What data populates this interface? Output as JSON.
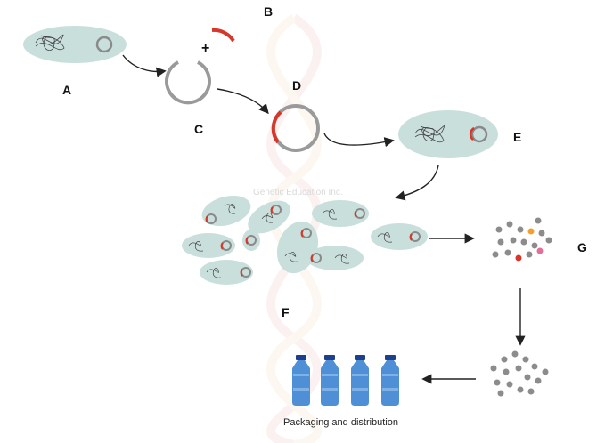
{
  "labels": {
    "a": "A",
    "b": "B",
    "c": "C",
    "d": "D",
    "e": "E",
    "f": "F",
    "g": "G"
  },
  "caption": "Packaging and distribution",
  "watermark": "Genetic Education Inc.",
  "plus_sign": "+",
  "colors": {
    "cell_fill": "#c9dfdc",
    "plasmid_gray": "#8a8a8a",
    "insert_red": "#d7372a",
    "protein_gray": "#8c8c8c",
    "protein_orange": "#f0a030",
    "protein_pink": "#e0709a",
    "protein_red": "#d7372a",
    "bottle_blue": "#4f8fd6",
    "bottle_cap": "#1f3f8c",
    "arrow": "#222222"
  }
}
